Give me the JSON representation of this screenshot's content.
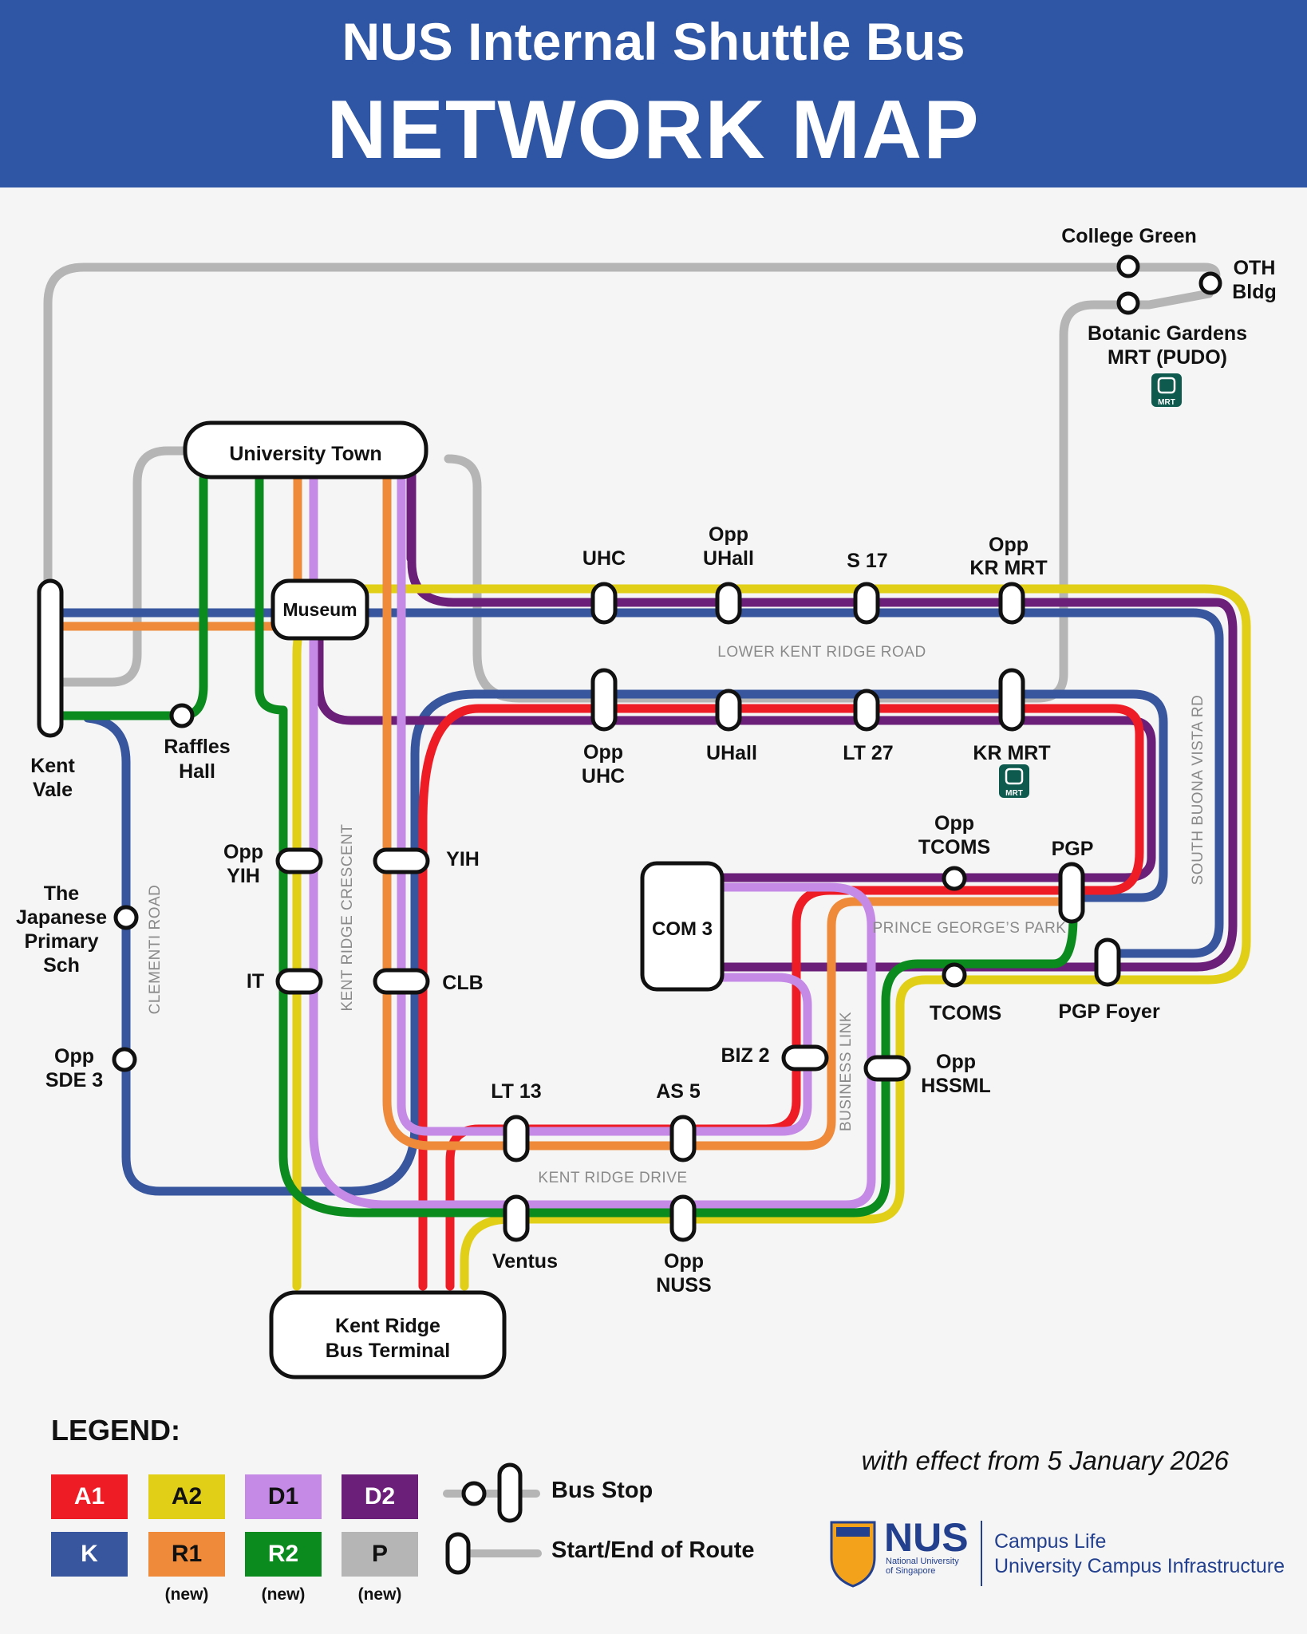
{
  "header": {
    "title_line1": "NUS Internal Shuttle Bus",
    "title_line2": "NETWORK MAP"
  },
  "colors": {
    "header_blue": "#2e56a4",
    "A1": "#ee1c25",
    "A2": "#e1cf17",
    "D1": "#c58ae6",
    "D2": "#6b1f78",
    "K": "#38569e",
    "R1": "#ee8a3a",
    "R2": "#0b8a1e",
    "P": "#b5b5b5",
    "mrt_teal": "#0f5a4f"
  },
  "hubs": {
    "university_town": "University Town",
    "museum": "Museum",
    "com3": "COM 3",
    "kr_terminal_line1": "Kent Ridge",
    "kr_terminal_line2": "Bus Terminal"
  },
  "stops": {
    "college_green": "College Green",
    "oth_1": "OTH",
    "oth_2": "Bldg",
    "botanic_1": "Botanic Gardens",
    "botanic_2": "MRT (PUDO)",
    "uhc": "UHC",
    "opp_uhall_1": "Opp",
    "opp_uhall_2": "UHall",
    "s17": "S 17",
    "opp_krmrt_1": "Opp",
    "opp_krmrt_2": "KR MRT",
    "opp_uhc_1": "Opp",
    "opp_uhc_2": "UHC",
    "uhall": "UHall",
    "lt27": "LT 27",
    "kr_mrt": "KR MRT",
    "kent_vale_1": "Kent",
    "kent_vale_2": "Vale",
    "raffles_1": "Raffles",
    "raffles_2": "Hall",
    "jps_1": "The",
    "jps_2": "Japanese",
    "jps_3": "Primary",
    "jps_4": "Sch",
    "opp_sde3_1": "Opp",
    "opp_sde3_2": "SDE 3",
    "opp_yih_1": "Opp",
    "opp_yih_2": "YIH",
    "it": "IT",
    "yih": "YIH",
    "clb": "CLB",
    "opp_tcoms_1": "Opp",
    "opp_tcoms_2": "TCOMS",
    "pgp": "PGP",
    "tcoms": "TCOMS",
    "pgp_foyer": "PGP Foyer",
    "biz2": "BIZ 2",
    "opp_hssml_1": "Opp",
    "opp_hssml_2": "HSSML",
    "lt13": "LT 13",
    "as5": "AS 5",
    "ventus": "Ventus",
    "opp_nuss_1": "Opp",
    "opp_nuss_2": "NUSS"
  },
  "roads": {
    "lower_kent_ridge": "LOWER KENT RIDGE ROAD",
    "south_buona_vista": "SOUTH BUONA VISTA RD",
    "clementi": "CLEMENTI ROAD",
    "kent_ridge_crescent": "KENT RIDGE CRESCENT",
    "prince_georges_park": "PRINCE GEORGE’S PARK",
    "business_link": "BUSINESS LINK",
    "kent_ridge_drive": "KENT RIDGE DRIVE"
  },
  "mrt_badge": "MRT",
  "legend": {
    "title": "LEGEND:",
    "routes": [
      {
        "code": "A1",
        "color": "#ee1c25",
        "note": ""
      },
      {
        "code": "A2",
        "color": "#e1cf17",
        "note": ""
      },
      {
        "code": "D1",
        "color": "#c58ae6",
        "note": ""
      },
      {
        "code": "D2",
        "color": "#6b1f78",
        "note": ""
      },
      {
        "code": "K",
        "color": "#38569e",
        "note": ""
      },
      {
        "code": "R1",
        "color": "#ee8a3a",
        "note": "(new)"
      },
      {
        "code": "R2",
        "color": "#0b8a1e",
        "note": "(new)"
      },
      {
        "code": "P",
        "color": "#b5b5b5",
        "note": "(new)"
      }
    ],
    "bus_stop": "Bus Stop",
    "start_end": "Start/End of Route"
  },
  "effective": "with effect from 5 January 2026",
  "footer": {
    "nus": "NUS",
    "nus_sub_1": "National University",
    "nus_sub_2": "of Singapore",
    "campus_life": "Campus Life",
    "uci": "University Campus Infrastructure"
  }
}
